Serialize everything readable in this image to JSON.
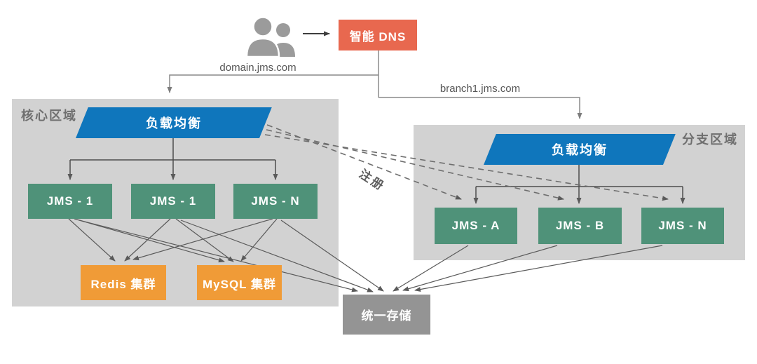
{
  "dns": {
    "label": "智能 DNS"
  },
  "edges": {
    "domain_label": "domain.jms.com",
    "branch_label": "branch1.jms.com",
    "register_label": "注册"
  },
  "core_region": {
    "title": "核心区域",
    "load_balancer_label": "负载均衡",
    "nodes": [
      "JMS - 1",
      "JMS - 1",
      "JMS - N"
    ],
    "clusters": [
      "Redis 集群",
      "MySQL 集群"
    ]
  },
  "branch_region": {
    "title": "分支区域",
    "load_balancer_label": "负载均衡",
    "nodes": [
      "JMS - A",
      "JMS - B",
      "JMS - N"
    ]
  },
  "storage": {
    "label": "统一存储"
  },
  "icons": {
    "users": "users-icon"
  },
  "colors": {
    "dns_box": "#E8684F",
    "load_balancer": "#0F76BC",
    "jms_node": "#4F9279",
    "cluster_box": "#F09B37",
    "storage_box": "#949494",
    "region_background": "#D2D2D2",
    "region_title_text": "#6F6F6F",
    "connector_gray": "#7D7D7D",
    "connector_dark": "#3E3E3E",
    "connector_mesh": "#5A5A5A",
    "box_text": "#FFFFFF",
    "users_icon": "#9B9B9B"
  }
}
